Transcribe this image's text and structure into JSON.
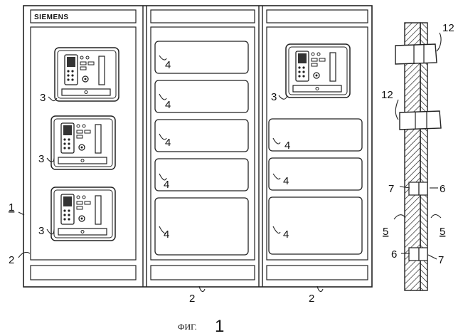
{
  "brand": "SIEMENS",
  "caption": {
    "word": "ФИГ.",
    "number": "1"
  },
  "labels": {
    "cabinet": "1",
    "panel": "2",
    "device": "3",
    "cover": "4",
    "wall": "5",
    "part_6": "6",
    "part_7": "7",
    "part_12": "12"
  }
}
